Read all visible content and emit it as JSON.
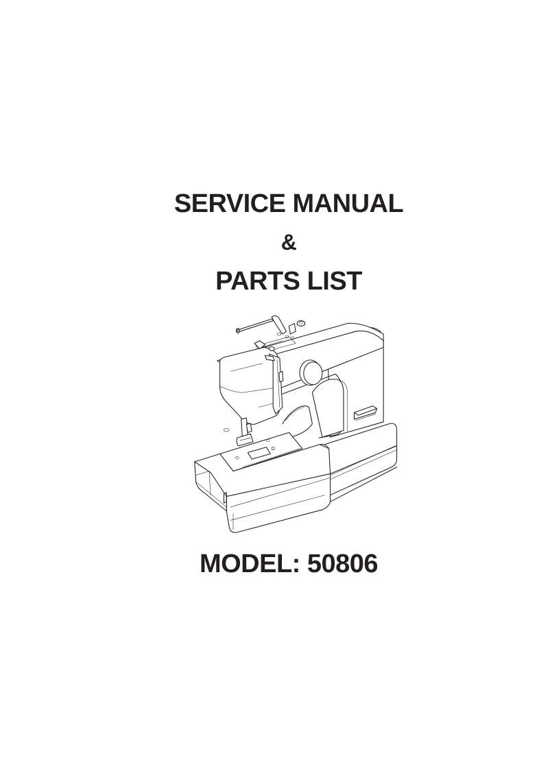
{
  "document": {
    "title": "SERVICE MANUAL",
    "conjunction": "&",
    "subtitle": "PARTS LIST",
    "model_label": "MODEL: 50806",
    "model_number": "50806"
  },
  "illustration": {
    "subject": "sewing-machine",
    "style": "black line drawing on white"
  },
  "colors": {
    "text": "#231f20",
    "background": "#ffffff"
  }
}
